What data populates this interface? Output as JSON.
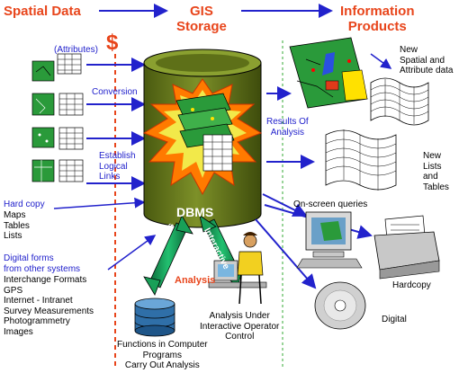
{
  "headers": {
    "spatial_data": "Spatial Data",
    "gis_storage": "GIS\nStorage",
    "information_products": "Information\nProducts"
  },
  "dollar": "$",
  "left": {
    "attributes": "(Attributes)",
    "conversion": "Conversion",
    "establish_links": "Establish\nLogical\nLinks",
    "hard_copy": "Hard copy",
    "hard_copy_items": "Maps\nTables\nLists",
    "digital_forms": "Digital forms\nfrom other systems",
    "digital_items": "Interchange Formats\nGPS\nInternet - Intranet\nSurvey Measurements\nPhotogrammetry\nImages"
  },
  "center": {
    "dbms": "DBMS",
    "functions": "Functions",
    "interactive": "Interactive",
    "analysis": "Analysis",
    "functions_caption": "Functions in Computer\nPrograms\nCarry Out Analysis",
    "operator_caption": "Analysis Under\nInteractive Operator\nControl"
  },
  "right": {
    "results": "Results Of\nAnalysis",
    "new_spatial": "New\nSpatial and\nAttribute data",
    "new_lists": "New\nLists\nand\nTables",
    "onscreen": "On-screen queries",
    "hardcopy": "Hardcopy",
    "digital": "Digital"
  },
  "colors": {
    "header": "#e8451b",
    "arrow": "#2222cc",
    "cylinder": "#5c6e18",
    "burst": "#ff7a00",
    "dashed_line": "#33aa33"
  }
}
